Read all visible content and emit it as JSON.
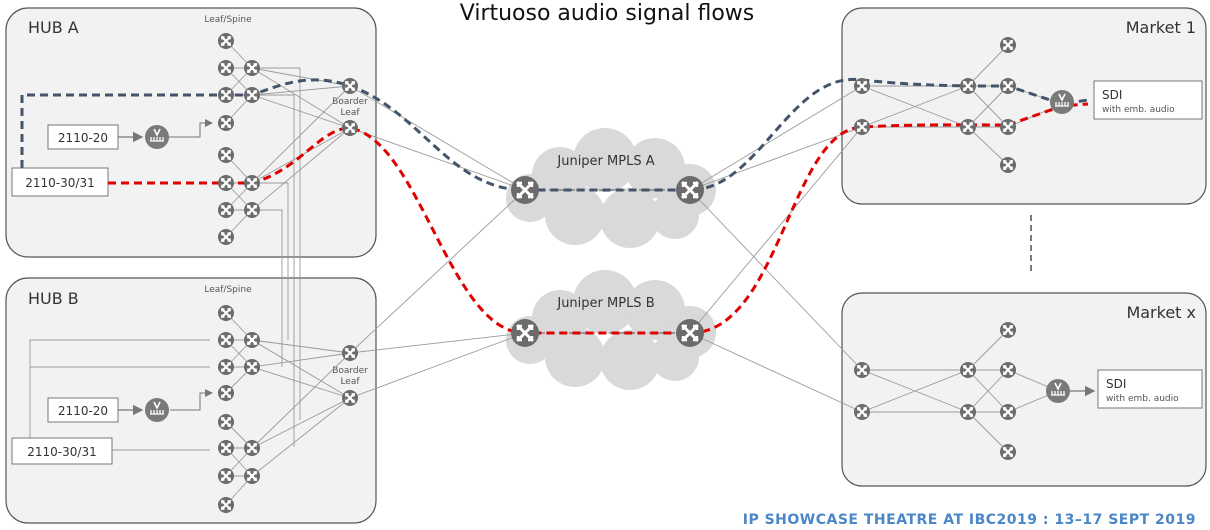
{
  "title": "Virtuoso audio signal flows",
  "footer": "IP SHOWCASE THEATRE AT IBC2019 : 13–17 SEPT 2019",
  "hub_a": {
    "label": "HUB A",
    "leaf_spine": "Leaf/Spine",
    "border_leaf_1": "Boarder",
    "border_leaf_2": "Leaf",
    "src_20": "2110-20",
    "src_30": "2110-30/31"
  },
  "hub_b": {
    "label": "HUB B",
    "leaf_spine": "Leaf/Spine",
    "border_leaf_1": "Boarder",
    "border_leaf_2": "Leaf",
    "src_20": "2110-20",
    "src_30": "2110-30/31"
  },
  "cloud_a": "Juniper MPLS A",
  "cloud_b": "Juniper MPLS B",
  "market_1": {
    "label": "Market 1",
    "sdi": "SDI",
    "sdi_sub": "with emb. audio"
  },
  "market_x": {
    "label": "Market x",
    "sdi": "SDI",
    "sdi_sub": "with emb. audio"
  },
  "colors": {
    "flow_a": "#44546a",
    "flow_b": "#e00000",
    "panel": "#f2f2f2",
    "router": "#666666",
    "footer": "#4a86c8"
  }
}
